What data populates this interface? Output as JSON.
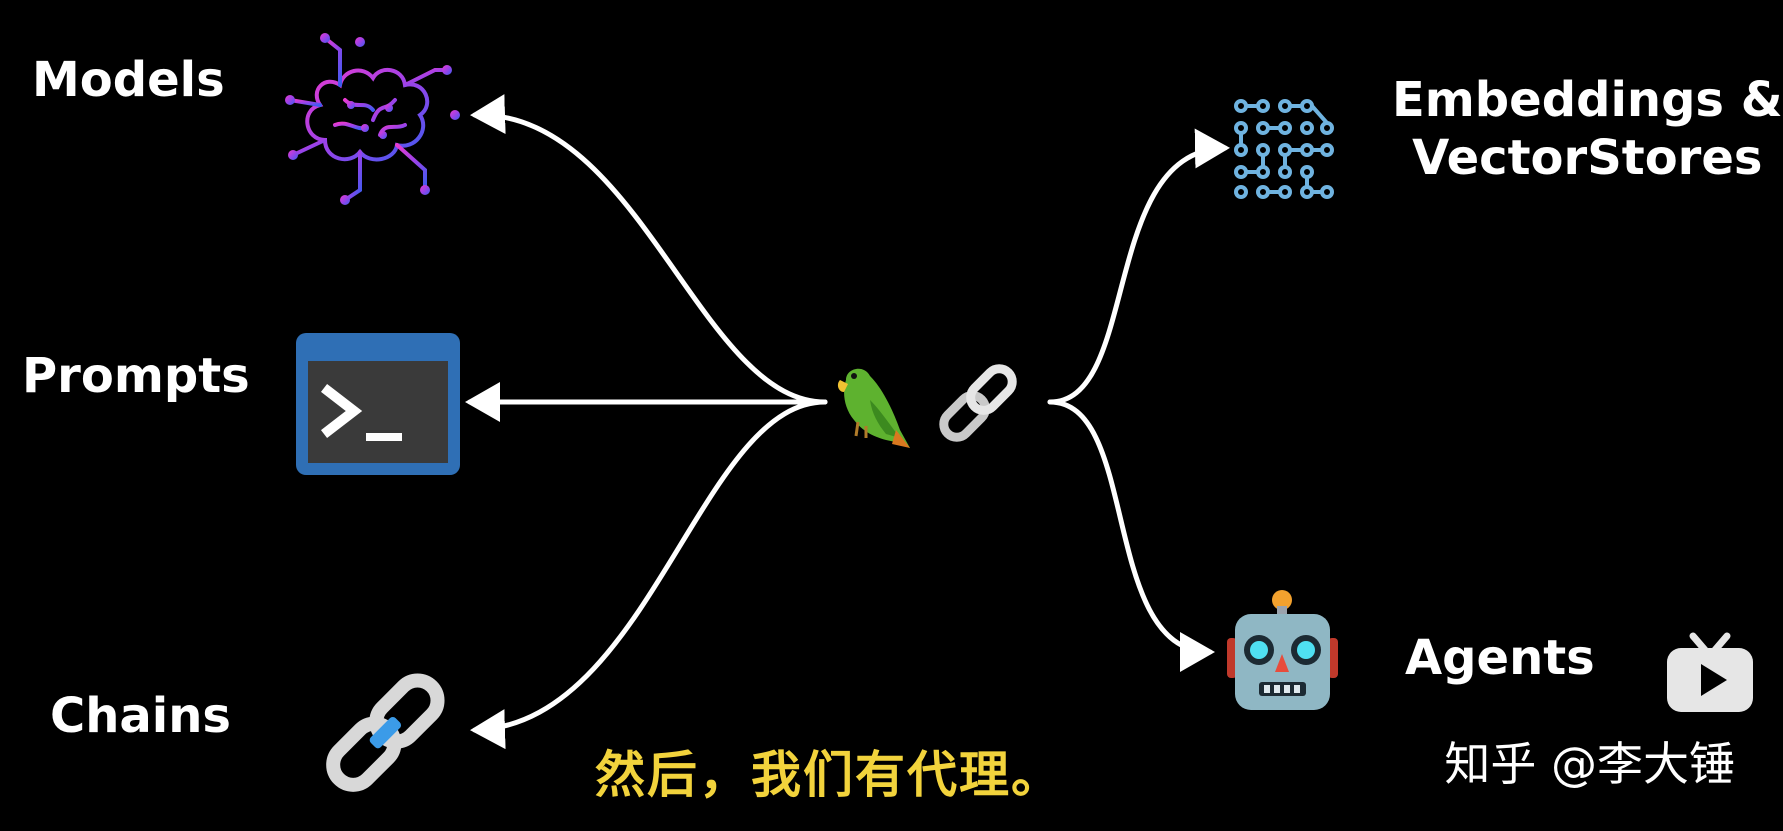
{
  "nodes": {
    "models": {
      "label": "Models",
      "icon": "brain-circuit-icon"
    },
    "prompts": {
      "label": "Prompts",
      "icon": "terminal-icon"
    },
    "chains": {
      "label": "Chains",
      "icon": "chain-link-icon"
    },
    "embeddings": {
      "label_line1": "Embeddings &",
      "label_line2": "VectorStores",
      "icon": "grid-network-icon"
    },
    "agents": {
      "label": "Agents",
      "icon": "robot-icon"
    }
  },
  "center": {
    "icons": [
      "parrot-icon",
      "chain-link-icon"
    ]
  },
  "subtitle": "然后，我们有代理。",
  "watermark": "知乎 @李大锤",
  "colors": {
    "background": "#000000",
    "subtitle": "#f2d33c",
    "arrows": "#ffffff",
    "terminal": "#2f6fb5",
    "grid": "#6fb3e0"
  }
}
